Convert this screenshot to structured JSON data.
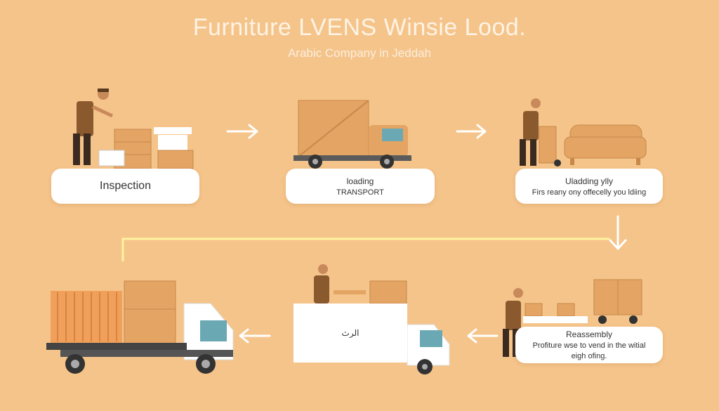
{
  "header": {
    "title": "Furniture LVENS Winsie Lood.",
    "subtitle": "Arabic Company in Jeddah"
  },
  "steps": [
    {
      "title": "Inspection"
    },
    {
      "title": "loading",
      "subtitle": "TRANSPORT"
    },
    {
      "title": "Uladding ylly",
      "subtitle": "Firs reany ony offecelly you ldiing"
    },
    {
      "title": "Reassembly",
      "subtitle": "Profiture wse to vend in the witial",
      "subtitle2": "eigh ofing."
    },
    {
      "title": "الرث"
    }
  ],
  "colors": {
    "background": "#f5c48a",
    "box": "#e3a464",
    "worker": "#8a5a2e",
    "connector": "#fff3a0",
    "arrow": "#ffffff"
  },
  "icons": [
    "worker-icon",
    "box-icon",
    "truck-icon",
    "sofa-icon",
    "hand-truck-icon",
    "arrow-right-icon",
    "arrow-left-icon",
    "arrow-down-icon"
  ]
}
